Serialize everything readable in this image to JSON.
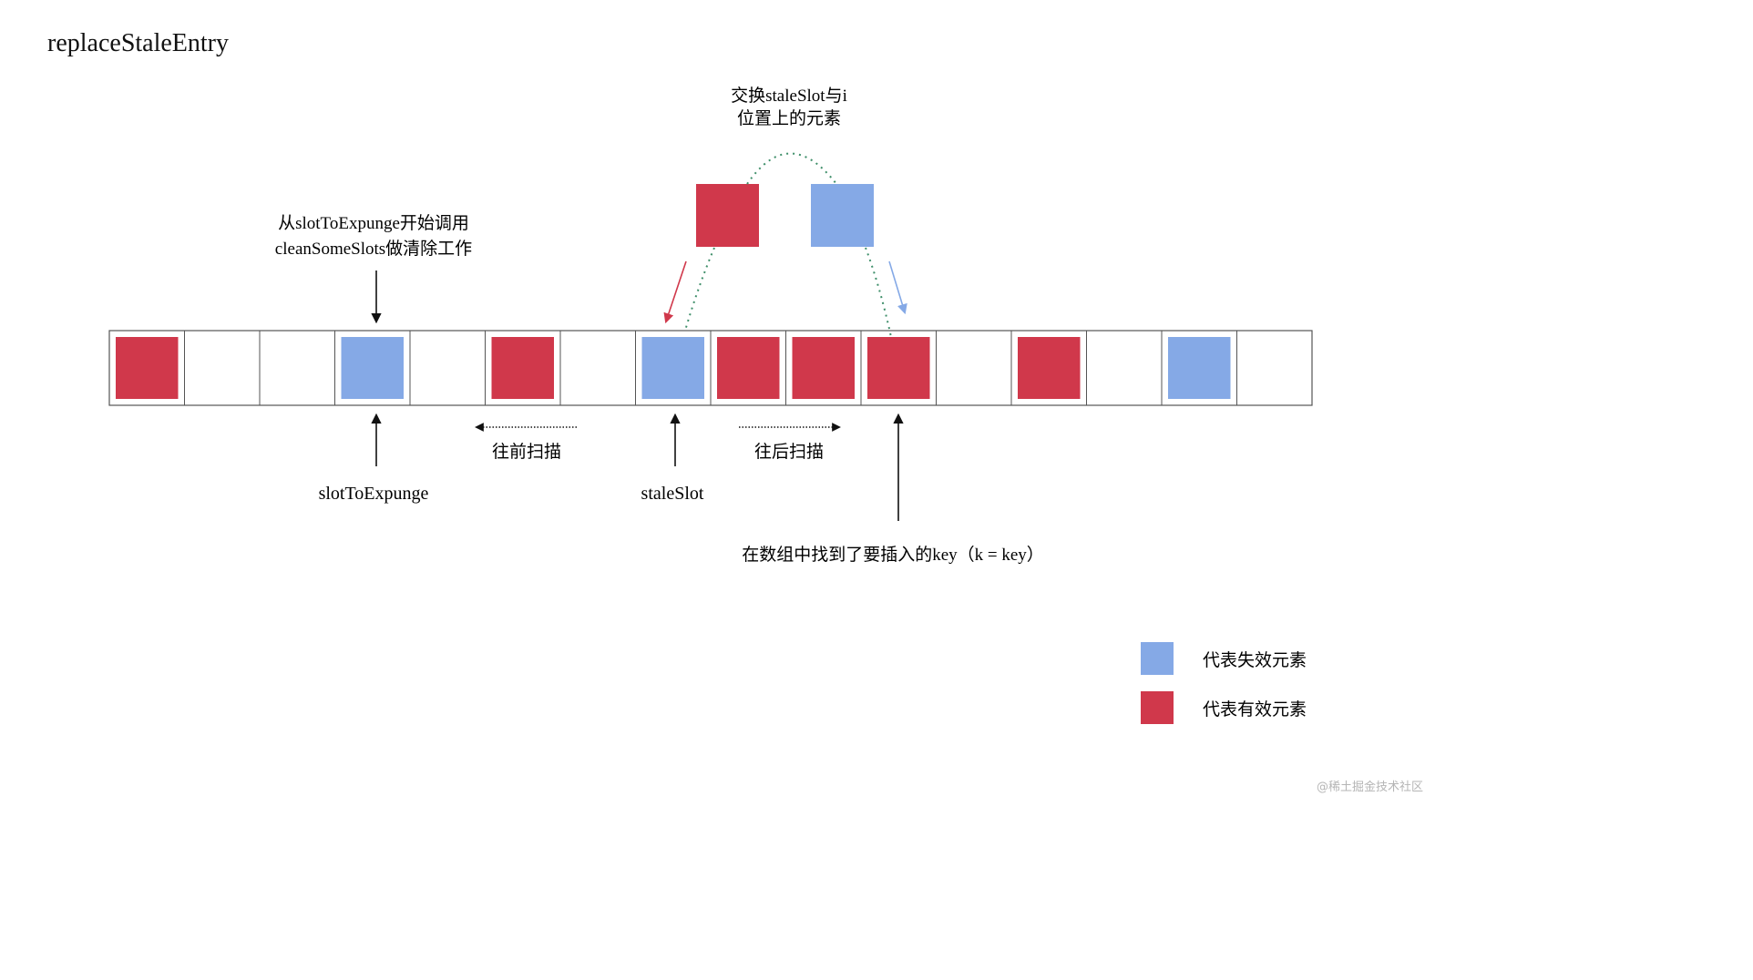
{
  "title": "replaceStaleEntry",
  "colors": {
    "stale": "#85a9e6",
    "valid": "#d0384b",
    "border": "#555555",
    "swap_curve": "#3f8f6a"
  },
  "slots": [
    "valid",
    "empty",
    "empty",
    "stale",
    "empty",
    "valid",
    "empty",
    "stale",
    "valid",
    "valid",
    "valid",
    "empty",
    "valid",
    "empty",
    "stale",
    "empty"
  ],
  "swap": {
    "label_line1": "交换staleSlot与i",
    "label_line2": "位置上的元素",
    "left_element": "valid",
    "right_element": "stale"
  },
  "annotations": {
    "clean_line1": "从slotToExpunge开始调用",
    "clean_line2": "cleanSomeSlots做清除工作",
    "slot_to_expunge": "slotToExpunge",
    "stale_slot": "staleSlot",
    "scan_backward": "往前扫描",
    "scan_forward": "往后扫描",
    "found_key": "在数组中找到了要插入的key（k = key）"
  },
  "legend": [
    {
      "color": "stale",
      "label": "代表失效元素"
    },
    {
      "color": "valid",
      "label": "代表有效元素"
    }
  ],
  "watermark": "@稀土掘金技术社区"
}
